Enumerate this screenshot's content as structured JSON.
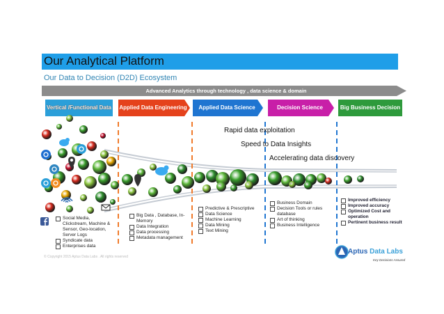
{
  "title": "Our Analytical Platform",
  "subtitle": "Our Data to Decision (D2D) Ecosystem",
  "arrow_label": "Advanced Analytics through technology , data science & domain",
  "stages": [
    "Vertical /Functional Data",
    "Applied Data Engineering",
    "Applied Data Science",
    "Decision Science",
    "Big Business Decision"
  ],
  "stage_colors": [
    "#2b9fd9",
    "#e5421c",
    "#1f75d1",
    "#c81fa8",
    "#2e9a3c"
  ],
  "insights": [
    "Rapid data exploitation",
    "Speed to Data Insights",
    "Accelerating data discovery"
  ],
  "lists": {
    "data": [
      "Social Media, Clickstream, Machine & Sensor, Geo-location, Server Logs",
      "Syndicate data",
      "Enterprises data"
    ],
    "engineering": [
      "Big Data , Database, In-Memory",
      "Data Integration",
      "Data processing",
      "Metadata management"
    ],
    "science": [
      "Predictive & Prescriptive",
      "Data Science",
      "Machine Learning",
      "Data Mining",
      "Text Mining"
    ],
    "decision": [
      "Business Domain",
      "Decision Tools or rules database",
      "Art of thinking",
      "Business Intelligence"
    ],
    "outcomes": [
      "Improved efficiency",
      "Improved accuracy",
      "Optimized Cost and operation",
      "Pertinent business result"
    ]
  },
  "icons": [
    "twitter-icon",
    "bluetooth-icon",
    "android-icon",
    "location-pin-icon",
    "globe-icon",
    "gear-icon",
    "wifi-icon",
    "mail-icon",
    "facebook-icon",
    "rss-icon"
  ],
  "copyright": "© Copyright 2015 Aptus Data Labs . All rights reserved",
  "logo": {
    "name": "Aptus",
    "name2": "Data Labs",
    "tagline": "Key Decisions Assured"
  }
}
